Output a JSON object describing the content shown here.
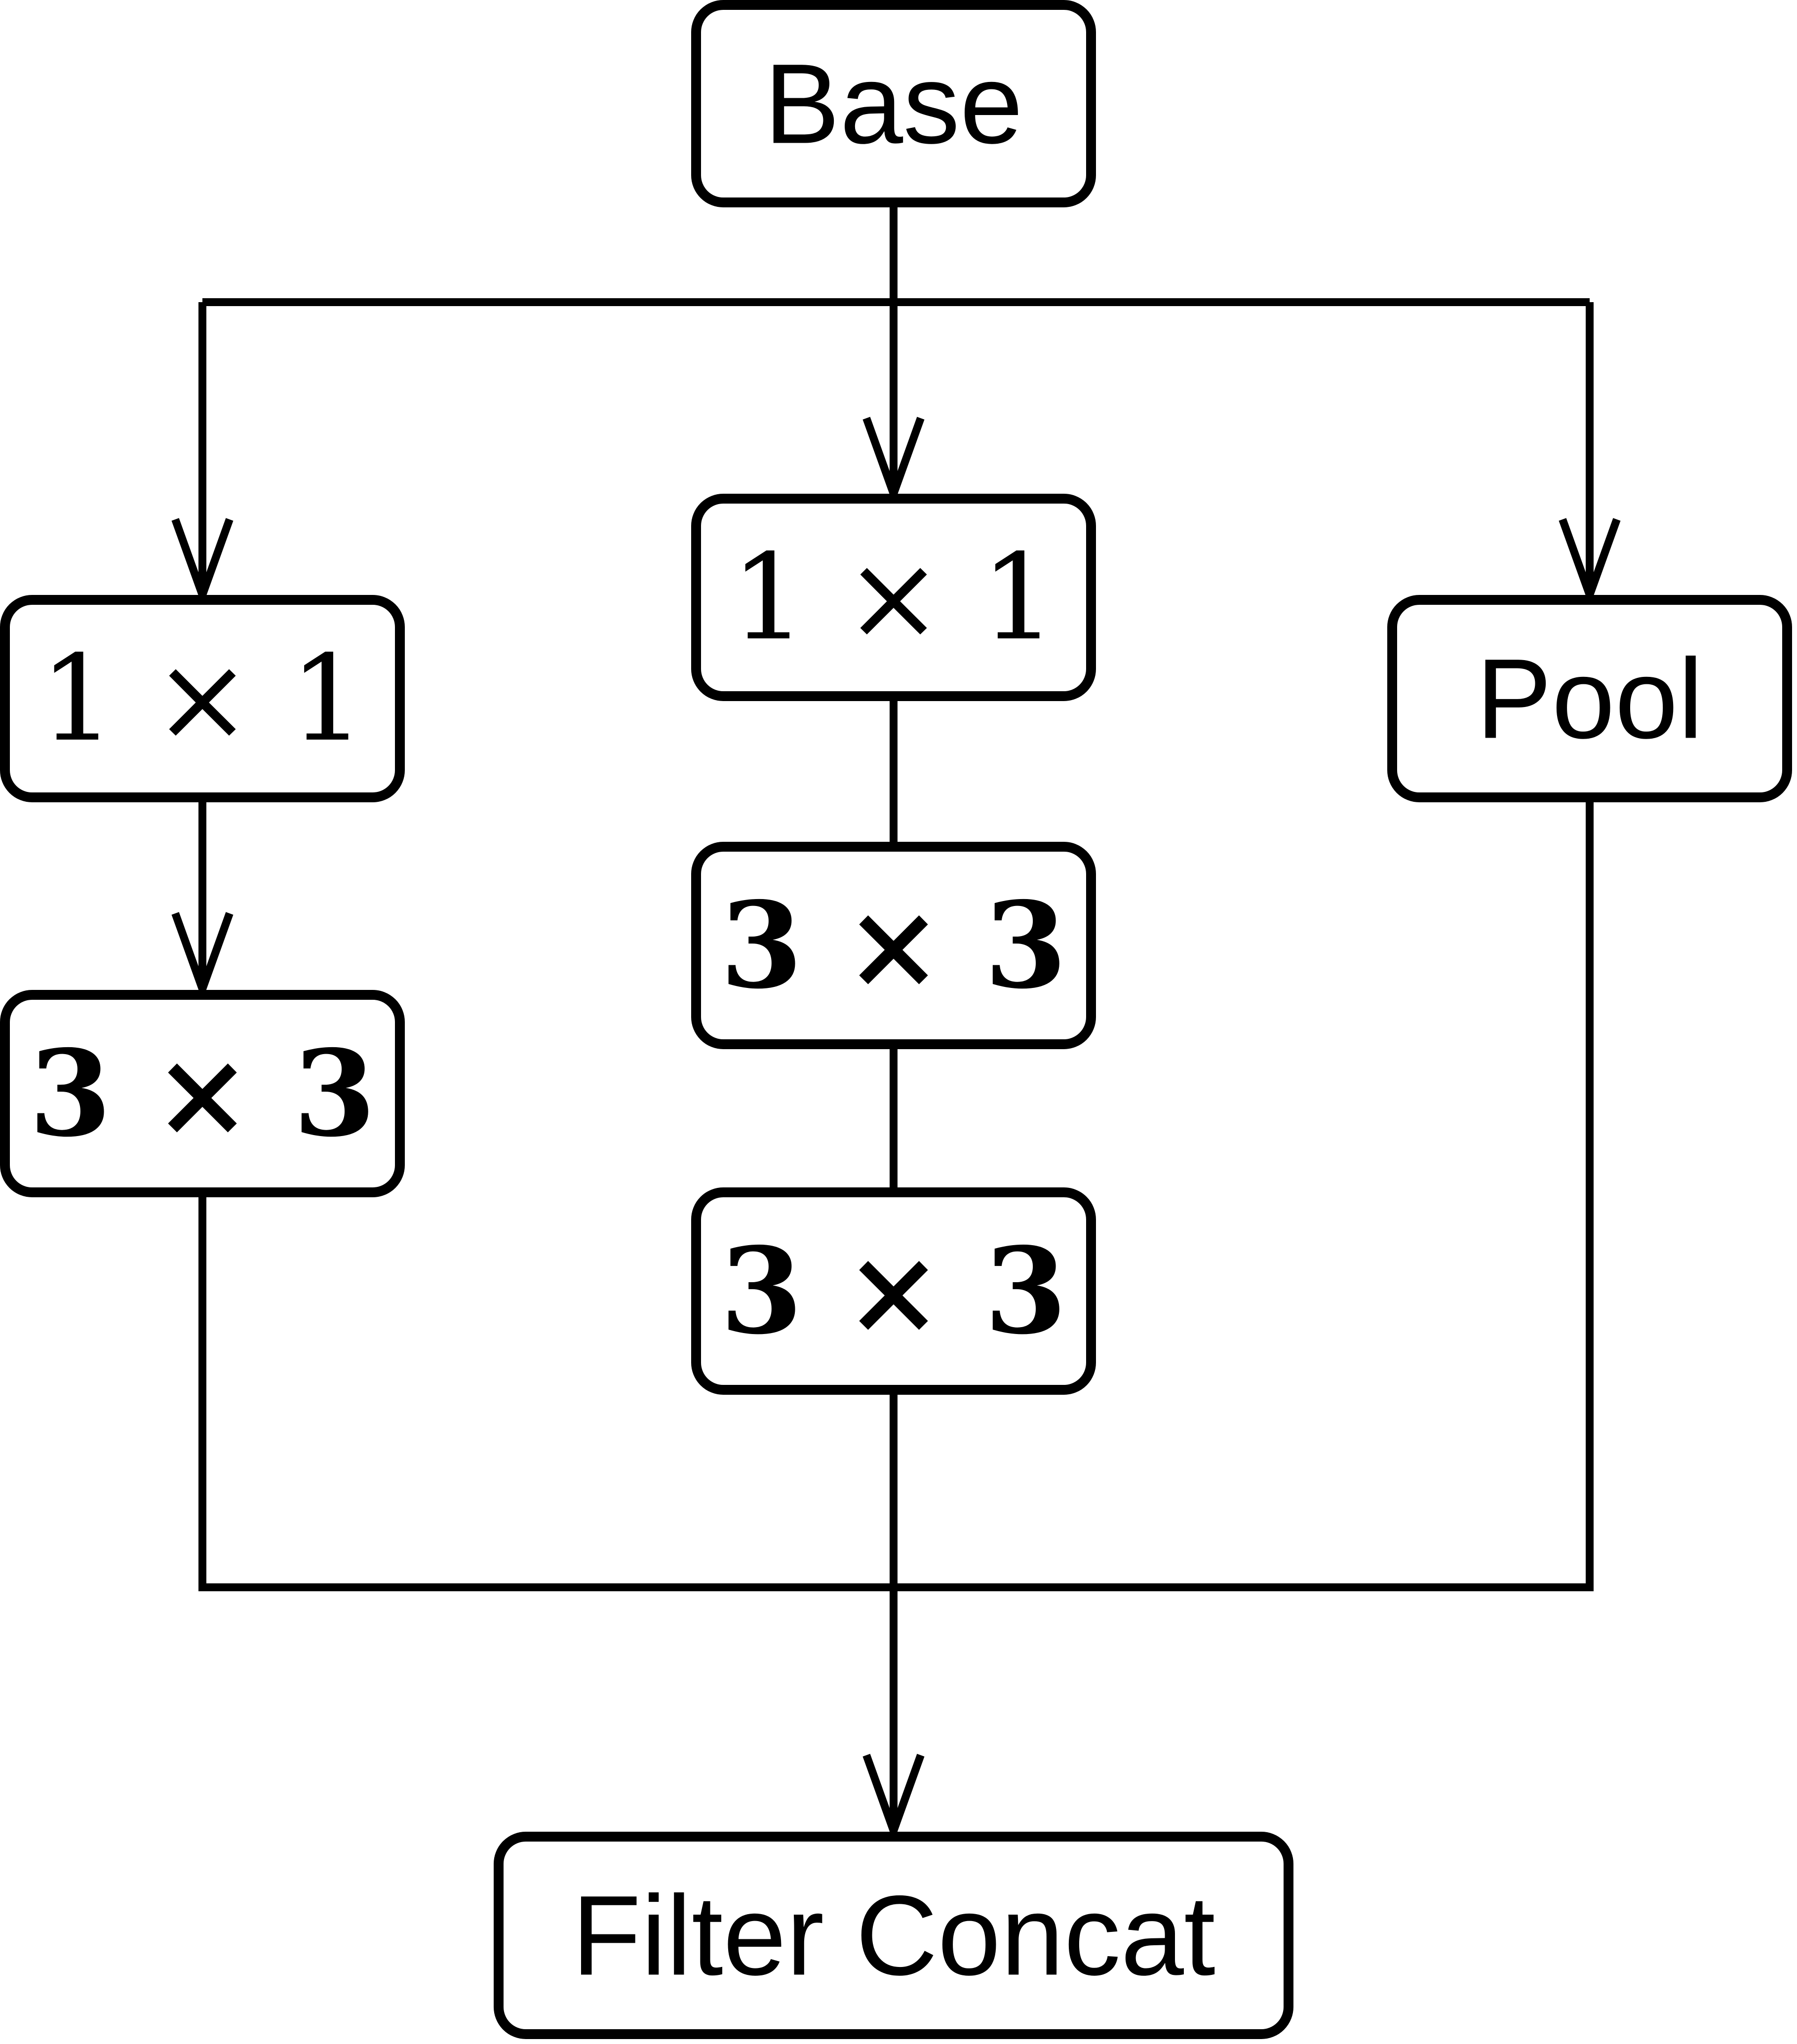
{
  "diagram": {
    "nodes": {
      "base": {
        "label": "Base"
      },
      "left_conv1": {
        "label": "1 × 1"
      },
      "left_conv3": {
        "label": "3 × 3"
      },
      "mid_conv1": {
        "label": "1 × 1"
      },
      "mid_conv3_a": {
        "label": "3 × 3"
      },
      "mid_conv3_b": {
        "label": "3 × 3"
      },
      "pool": {
        "label": "Pool"
      },
      "concat": {
        "label": "Filter Concat"
      }
    },
    "colors": {
      "stroke": "#000000",
      "fill": "#ffffff",
      "text": "#000000"
    }
  }
}
